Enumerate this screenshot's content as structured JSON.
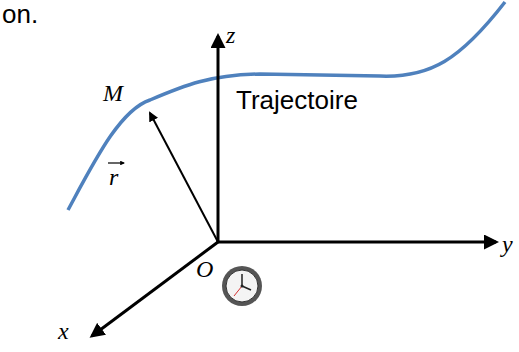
{
  "diagram": {
    "labels": [
      "on.",
      "z",
      "M",
      "Trajectoire",
      "r",
      "y",
      "O",
      "x"
    ]
  }
}
